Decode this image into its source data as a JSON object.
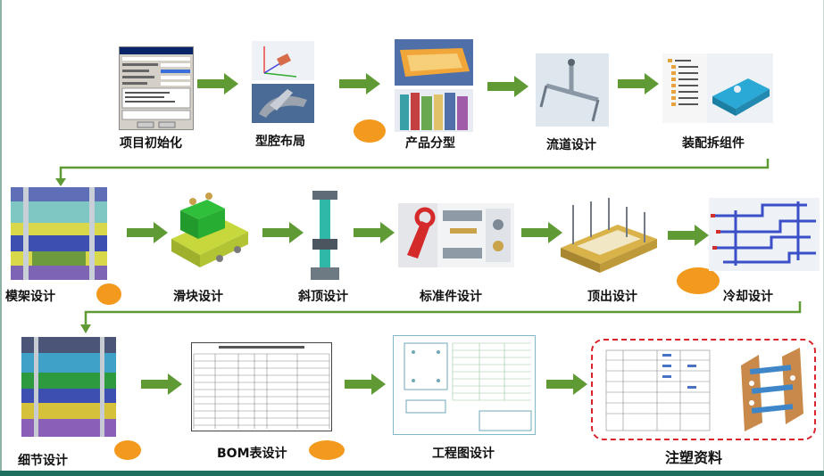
{
  "steps": {
    "s1": "项目初始化",
    "s2": "型腔布局",
    "s3": "产品分型",
    "s4": "流道设计",
    "s5": "装配拆组件",
    "s6": "模架设计",
    "s7": "滑块设计",
    "s8": "斜顶设计",
    "s9": "标准件设计",
    "s10": "顶出设计",
    "s11": "冷却设计",
    "s12": "细节设计",
    "s13": "BOM表设计",
    "s14": "工程图设计",
    "s15": "注塑资料"
  },
  "colors": {
    "arrow": "#5f9a35",
    "accent_dot": "#f39a1e",
    "bottom_bar": "#1e6f5c",
    "dashed_border": "#d9232d"
  }
}
